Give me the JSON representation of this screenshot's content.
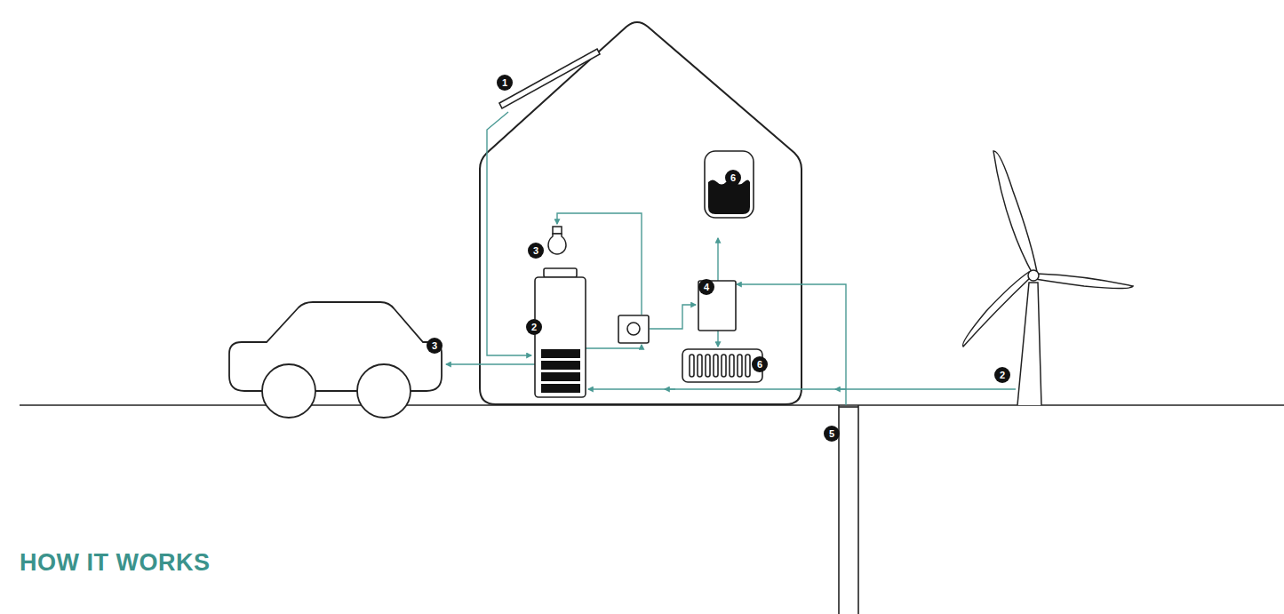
{
  "diagram": {
    "title": "HOW IT WORKS",
    "labels": [
      "1",
      "6",
      "3",
      "4",
      "2",
      "3",
      "6",
      "2",
      "5"
    ]
  }
}
